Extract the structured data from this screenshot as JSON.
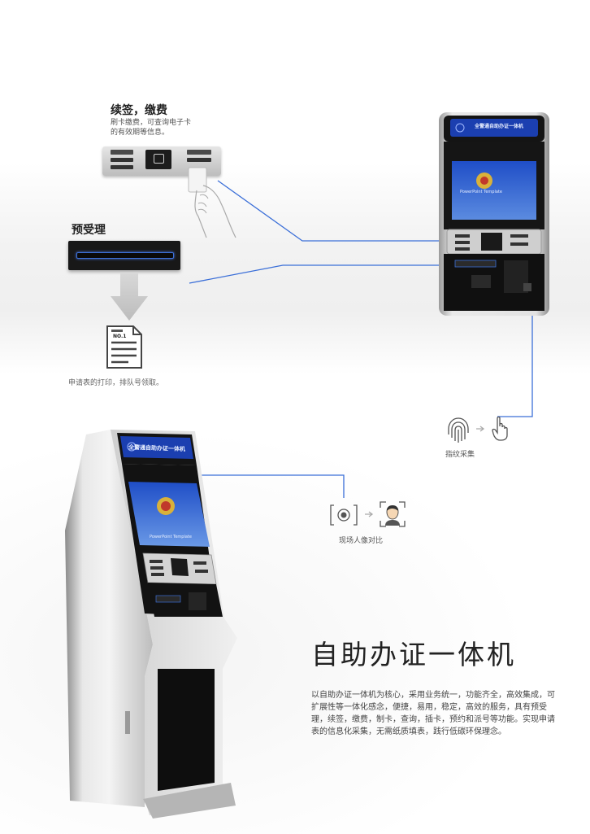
{
  "renew": {
    "title": "续签，缴费",
    "desc_line1": "刷卡缴费，可查询电子卡",
    "desc_line2": "的有效期等信息。"
  },
  "pre": {
    "title": "预受理"
  },
  "print": {
    "doc_label": "NO.1",
    "caption": "申请表的打印，排队号领取。"
  },
  "fingerprint": {
    "caption": "指纹采集"
  },
  "face": {
    "caption": "现场人像对比"
  },
  "kiosk": {
    "header_text": "全警通自助办证一体机",
    "screen_text": "PowerPoint Template"
  },
  "main": {
    "title": "自助办证一体机",
    "desc": "以自助办证一体机为核心，采用业务统一，功能齐全，高效集成，可扩展性等一体化感念，便捷，易用，稳定，高效的服务，具有预受理，续签，缴费，制卡，查询，插卡，预约和派号等功能。实现申请表的信息化采集，无需纸质填表，践行低碳环保理念。"
  },
  "colors": {
    "accent_blue": "#3b6fd8",
    "kiosk_blue": "#1b3fb0"
  },
  "icons": [
    "card-reader-icon",
    "hand-icon",
    "arrow-down-icon",
    "document-icon",
    "fingerprint-icon",
    "pointer-hand-icon",
    "camera-icon",
    "face-scan-icon"
  ]
}
